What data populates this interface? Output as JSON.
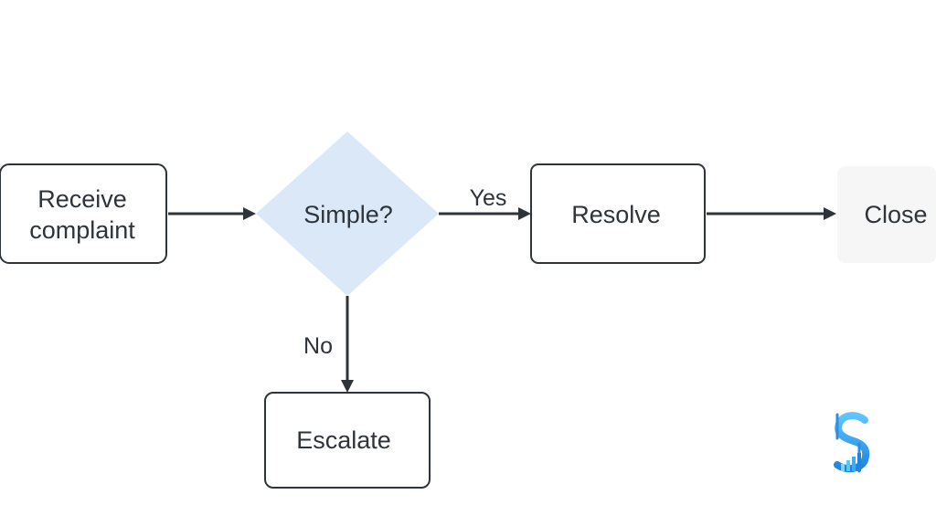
{
  "diagram": {
    "nodes": {
      "receive": {
        "label_line1": "Receive",
        "label_line2": "complaint"
      },
      "decision": {
        "label": "Simple?"
      },
      "resolve": {
        "label": "Resolve"
      },
      "close": {
        "label": "Close"
      },
      "escalate": {
        "label": "Escalate"
      }
    },
    "edges": {
      "yes": {
        "label": "Yes"
      },
      "no": {
        "label": "No"
      }
    },
    "colors": {
      "stroke": "#2f343b",
      "decision_fill": "#dbe8f8",
      "close_fill": "#f6f6f6",
      "logo_primary": "#2b8fe0",
      "logo_secondary": "#67c7ff"
    },
    "logo": {
      "icon": "stylized-s-logo"
    }
  }
}
